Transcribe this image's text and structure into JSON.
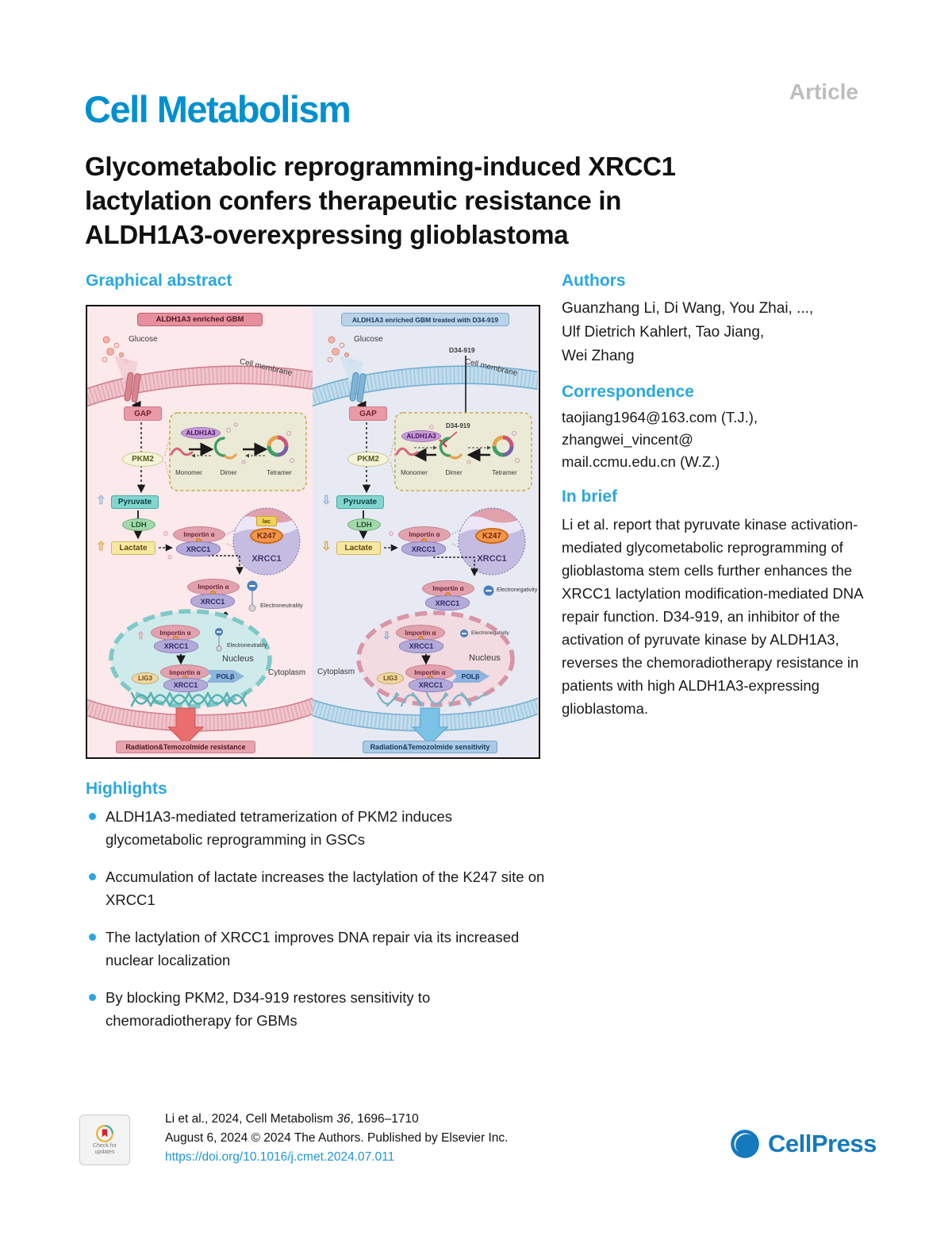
{
  "page": {
    "article_label": "Article",
    "journal_name": "Cell Metabolism",
    "title_lines": [
      "Glycometabolic reprogramming-induced XRCC1",
      "lactylation confers therapeutic resistance in",
      "ALDH1A3-overexpressing glioblastoma"
    ]
  },
  "graphical_abstract": {
    "heading": "Graphical abstract"
  },
  "authors": {
    "heading": "Authors",
    "lines": [
      "Guanzhang Li, Di Wang, You Zhai, ...,",
      "Ulf Dietrich Kahlert, Tao Jiang,",
      "Wei Zhang"
    ]
  },
  "correspondence": {
    "heading": "Correspondence",
    "lines": [
      "taojiang1964@163.com (T.J.),",
      "zhangwei_vincent@",
      "mail.ccmu.edu.cn (W.Z.)"
    ]
  },
  "in_brief": {
    "heading": "In brief",
    "text": "Li et al. report that pyruvate kinase activation-mediated glycometabolic reprogramming of glioblastoma stem cells further enhances the XRCC1 lactylation modification-mediated DNA repair function. D34-919, an inhibitor of the activation of pyruvate kinase by ALDH1A3, reverses the chemoradiotherapy resistance in patients with high ALDH1A3-expressing glioblastoma."
  },
  "highlights": {
    "heading": "Highlights",
    "items": [
      "ALDH1A3-mediated tetramerization of PKM2 induces glycometabolic reprogramming in GSCs",
      "Accumulation of lactate increases the lactylation of the K247 site on XRCC1",
      "The lactylation of XRCC1 improves DNA repair via its increased nuclear localization",
      "By blocking PKM2, D34-919 restores sensitivity to chemoradiotherapy for GBMs"
    ]
  },
  "figure": {
    "labels": {
      "glucose": "Glucose",
      "cell_membrane": "Cell membrane",
      "gap": "GAP",
      "pkm2": "PKM2",
      "aldh1a3": "ALDH1A3",
      "monomer": "Monomer",
      "dimer": "Dimer",
      "tetramer": "Tetramer",
      "pyruvate": "Pyruvate",
      "ldh": "LDH",
      "lactate": "Lactate",
      "importin": "Importin α",
      "xrcc1": "XRCC1",
      "k247": "K247",
      "lig3": "LIG3",
      "polb": "POLβ",
      "nucleus": "Nucleus",
      "cytoplasm": "Cytoplasm"
    },
    "icons": {
      "up_arrow": "⇧",
      "down_arrow": "⇩"
    },
    "left": {
      "badge_top": "ALDH1A3 enriched GBM",
      "lac": "lac",
      "electro": "Electroneutrality",
      "badge_bottom": "Radiation&Temozolmide resistance"
    },
    "right": {
      "badge_top": "ALDH1A3 enriched GBM treated with D34-919",
      "d34": "D34-919",
      "electro": "Electronegativity",
      "badge_bottom": "Radiation&Temozolmide sensitivity"
    }
  },
  "footer": {
    "update_badge_line1": "Check for",
    "update_badge_line2": "updates",
    "citation_pre": "Li et al., 2024, Cell Metabolism ",
    "citation_volume": "36",
    "citation_post": ", 1696–1710",
    "line2": "August 6, 2024 © 2024 The Authors. Published by Elsevier Inc.",
    "doi": "https://doi.org/10.1016/j.cmet.2024.07.011",
    "publisher": "CellPress"
  },
  "colors": {
    "accent_blue": "#2aa7de",
    "journal_blue": "#0090cf",
    "link_blue": "#2196d4",
    "article_gray": "#bdbdbd",
    "left_panel_bg": "#fbe9eb",
    "right_panel_bg": "#e7eaf3",
    "resistance_pink": "#e9a3ad",
    "sensitivity_blue": "#a9cbe7"
  }
}
